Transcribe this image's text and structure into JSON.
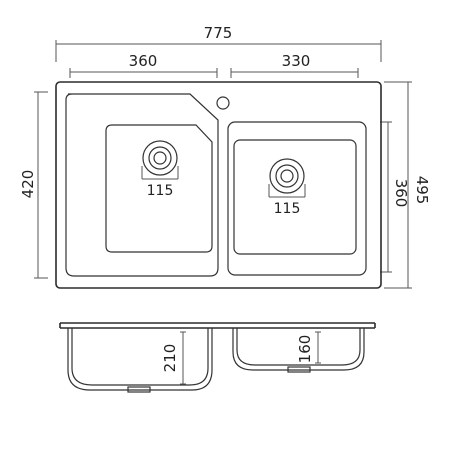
{
  "dimensions": {
    "overall_width": "775",
    "left_bowl_width": "360",
    "right_bowl_width": "330",
    "overall_depth": "495",
    "left_height": "420",
    "right_bowl_length": "360",
    "left_drain": "115",
    "right_drain": "115",
    "left_bowl_depth": "210",
    "right_bowl_depth": "160"
  },
  "colors": {
    "stroke": "#2b2b2b",
    "dimension_line": "#555555",
    "background": "#ffffff"
  }
}
